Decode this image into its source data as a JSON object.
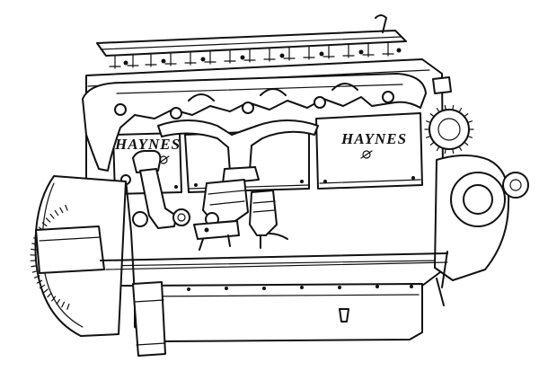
{
  "illustration": {
    "subject": "engine-line-drawing",
    "logo_left": "HAYNES",
    "logo_right": "HAYNES",
    "ink_color": "#111111",
    "paper_color": "#ffffff"
  }
}
